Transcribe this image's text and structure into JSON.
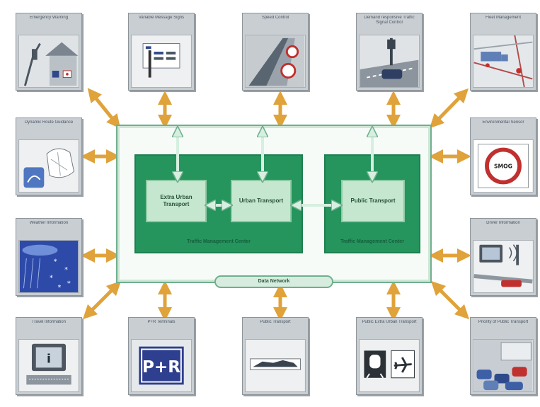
{
  "tiles": {
    "emergency_warning": "Emergency Warning",
    "variable_message_signs": "Variable Message Signs",
    "speed_control": "Speed Control",
    "demand_responsive_signal": "Demand responsive Traffic Signal Control",
    "fleet_management": "Fleet Management",
    "dynamic_route_guidance": "Dynamic Route Guidance",
    "environmental_sensor": "Environmental Sensor",
    "weather_information": "Weather Information",
    "driver_information": "Driver Information",
    "travel_information": "Travel Information",
    "pr_terminals": "P+R Terminals",
    "public_transport": "Public Transport",
    "public_extra_urban_transport": "Public Extra Urban Transport",
    "priority_public_transport": "Priority of Public Transport"
  },
  "icons": {
    "info_glyph": "i",
    "pr_sign": "P+R",
    "smog_sign": "SMOG"
  },
  "center": {
    "extra_urban": "Extra Urban Transport",
    "urban": "Urban Transport",
    "public": "Public Transport",
    "tmc_left": "Traffic Management Center",
    "tmc_right": "Traffic Management Center",
    "data_network": "Data Network"
  },
  "colors": {
    "tmc_green": "#25945d",
    "sub_green": "#c5e6cf",
    "arrow_orange": "#e0a23a",
    "frame_green": "#6fb08d"
  }
}
